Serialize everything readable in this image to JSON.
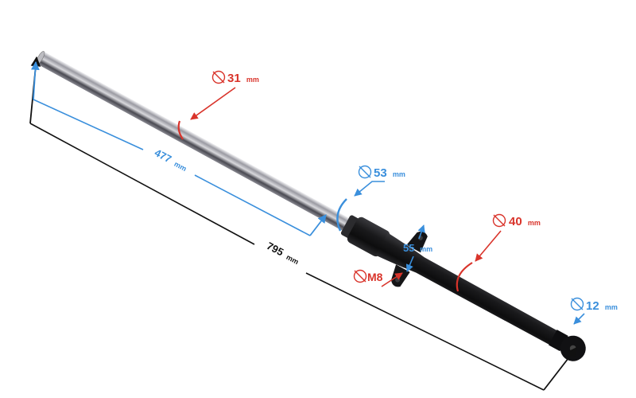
{
  "colors": {
    "red": "#d9342b",
    "blue": "#3a8fdc",
    "black": "#111111",
    "chrome_light": "#e8e8ea",
    "chrome_dark": "#5a5a60",
    "body_dark": "#1b1b1d"
  },
  "dimensions": {
    "tube_diameter": {
      "value": "31",
      "unit": "mm"
    },
    "tube_length": {
      "value": "477",
      "unit": "mm"
    },
    "overall_length": {
      "value": "795",
      "unit": "mm"
    },
    "top_collar_diameter": {
      "value": "53",
      "unit": "mm"
    },
    "mount_spacing": {
      "value": "55",
      "unit": "mm"
    },
    "lower_leg_diameter": {
      "value": "40",
      "unit": "mm"
    },
    "bolt_thread": {
      "value": "M8"
    },
    "axle_bore": {
      "value": "12",
      "unit": "mm"
    }
  },
  "icons": {
    "diameter": "diameter-symbol-icon",
    "arrow": "arrowhead-icon"
  }
}
